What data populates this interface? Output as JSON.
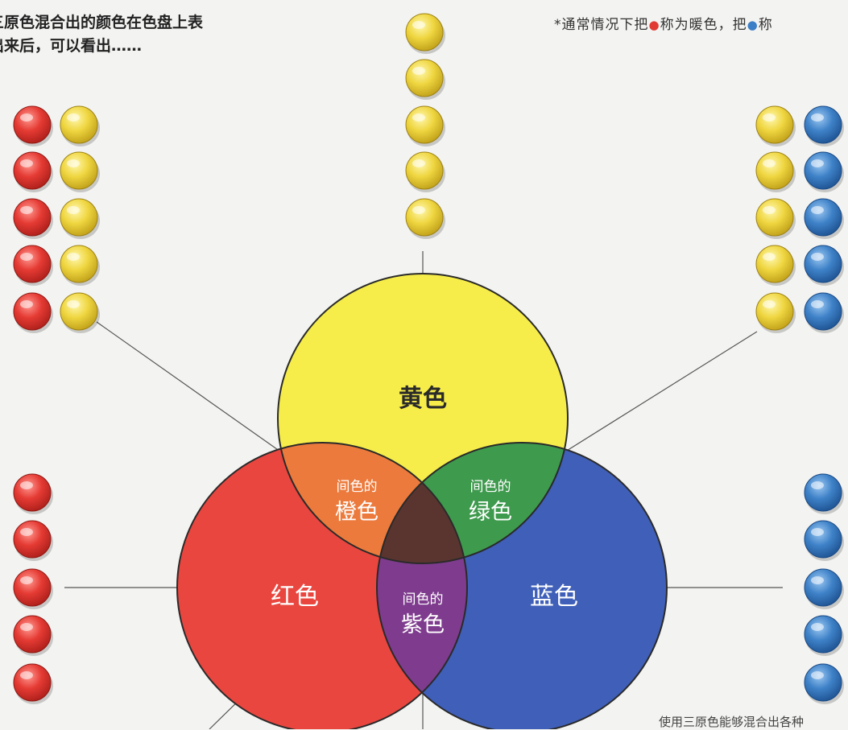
{
  "intro": {
    "line1": "三原色混合出的颜色在色盘上表",
    "line2": "出来后，可以看出……"
  },
  "note": {
    "prefix": "*通常情况下把",
    "middle": "称为暖色，把",
    "suffix": "称"
  },
  "circles": {
    "yellow": {
      "label": "黄色"
    },
    "red": {
      "label": "红色"
    },
    "blue": {
      "label": "蓝色"
    }
  },
  "secondaries": {
    "orange": {
      "caption": "间色的",
      "name": "橙色"
    },
    "green": {
      "caption": "间色的",
      "name": "绿色"
    },
    "purple": {
      "caption": "间色的",
      "name": "紫色"
    }
  },
  "footer": {
    "text": "使用三原色能够混合出各种"
  },
  "colors": {
    "red": "#e9463f",
    "yellow": "#f6ed4a",
    "blue": "#3f5fb8",
    "orange": "#ec7a3c",
    "green": "#3e9a4d",
    "purple": "#7f3c8e",
    "center": "#5a3530",
    "bead_red": "#e03a33",
    "bead_yellow": "#ecd23f",
    "bead_blue": "#3c7fc6"
  }
}
